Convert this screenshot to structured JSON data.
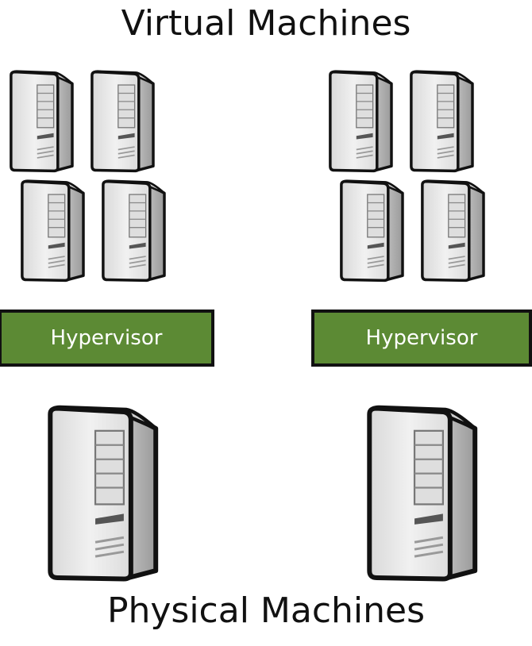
{
  "diagram": {
    "top_label": "Virtual Machines",
    "bottom_label": "Physical Machines",
    "hosts": [
      {
        "hypervisor_label": "Hypervisor",
        "virtual_machine_count": 4
      },
      {
        "hypervisor_label": "Hypervisor",
        "virtual_machine_count": 4
      }
    ]
  },
  "colors": {
    "hypervisor_fill": "#5c8a34",
    "outline": "#111111",
    "server_body": "#e4e4e4"
  }
}
